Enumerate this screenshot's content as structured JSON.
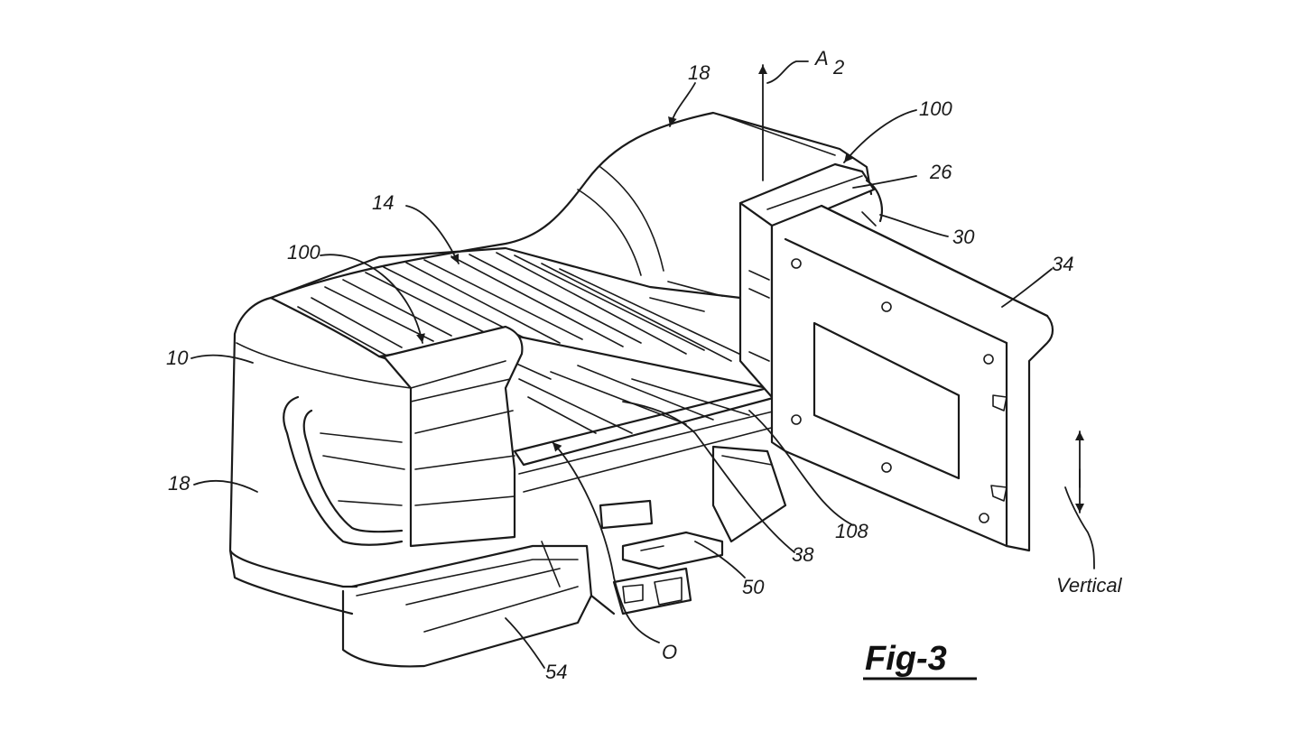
{
  "figure": {
    "caption": "Fig-3",
    "labels": {
      "tailgate_top": "18",
      "axis": "A",
      "axis_sub": "2",
      "bracket_right": "100",
      "rail": "26",
      "hinge": "30",
      "panel": "34",
      "bed_floor": "14",
      "bracket_left": "100",
      "vehicle": "10",
      "side_wall": "18",
      "step_plate": "108",
      "rib": "38",
      "hitch": "50",
      "bumper": "54",
      "opening": "O",
      "direction": "Vertical"
    }
  }
}
